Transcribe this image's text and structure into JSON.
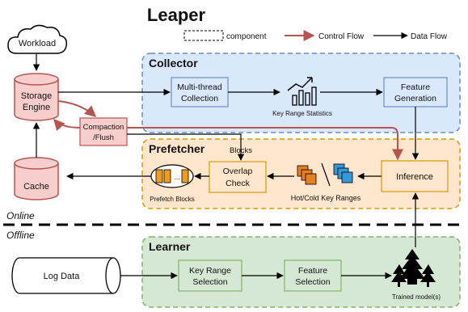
{
  "title": "Leaper",
  "legend": {
    "component": "component",
    "control_flow": "Control Flow",
    "data_flow": "Data Flow"
  },
  "nodes": {
    "workload": "Workload",
    "storage_engine_line1": "Storage",
    "storage_engine_line2": "Engine",
    "cache": "Cache",
    "compaction_line1": "Compaction",
    "compaction_line2": "/Flush",
    "log_data": "Log Data"
  },
  "collector": {
    "title": "Collector",
    "multithread_line1": "Multi-thread",
    "multithread_line2": "Collection",
    "key_range_statistics": "Key Range Statistics",
    "feature_gen_line1": "Feature",
    "feature_gen_line2": "Generation"
  },
  "prefetcher": {
    "title": "Prefetcher",
    "blocks": "Blocks",
    "overlap_line1": "Overlap",
    "overlap_line2": "Check",
    "prefetch_blocks": "Prefetch Blocks",
    "hot_cold_key_ranges": "Hot/Cold Key Ranges",
    "inference": "Inference"
  },
  "learner": {
    "title": "Learner",
    "krs_line1": "Key Range",
    "krs_line2": "Selection",
    "fs_line1": "Feature",
    "fs_line2": "Selection",
    "trained_models": "Trained model(s)"
  },
  "labels": {
    "online": "Online",
    "offline": "Offline"
  },
  "colors": {
    "collector_fill": "#dae8fc",
    "collector_stroke": "#6c8ebf",
    "prefetcher_fill": "#ffe6cc",
    "prefetcher_stroke": "#d79b00",
    "learner_fill": "#d5e8d4",
    "learner_stroke": "#82b366",
    "storage_fill": "#f8cecc",
    "storage_stroke": "#b85450",
    "control_flow": "#b85450"
  }
}
